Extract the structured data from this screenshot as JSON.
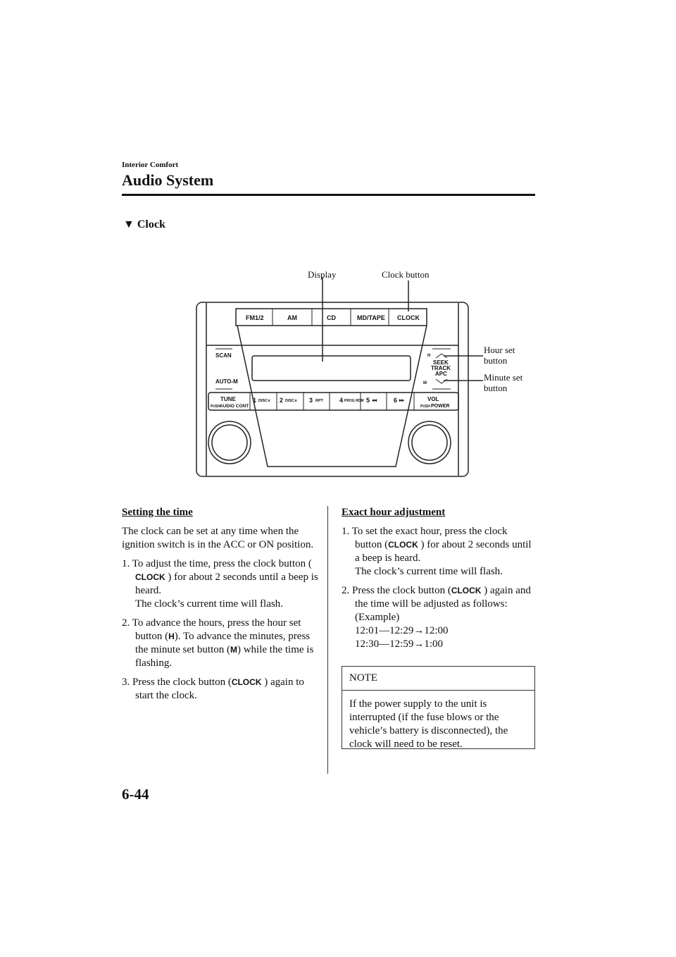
{
  "header": {
    "section": "Interior Comfort",
    "title": "Audio System",
    "subsection": "Clock",
    "subsection_marker": "▼"
  },
  "figure": {
    "callouts": {
      "display": "Display",
      "clock_button": "Clock button",
      "hour_set": "Hour set button",
      "minute_set": "Minute set button"
    },
    "top_buttons": [
      "FM1/2",
      "AM",
      "CD",
      "MD/TAPE",
      "CLOCK"
    ],
    "left_buttons": [
      "SCAN",
      "AUTO-M"
    ],
    "right": {
      "h": "H",
      "m": "M",
      "seek": "SEEK",
      "track": "TRACK",
      "apc": "APC"
    },
    "presets": [
      {
        "num": "1",
        "label": "DISC∨"
      },
      {
        "num": "2",
        "label": "DISC∧"
      },
      {
        "num": "3",
        "label": "RPT"
      },
      {
        "num": "4",
        "label": "PROG RDM"
      },
      {
        "num": "5",
        "label": "◂◂"
      },
      {
        "num": "6",
        "label": "▸▸"
      }
    ],
    "tune": {
      "main": "TUNE",
      "push": "PUSH",
      "sub": "AUDIO CONT"
    },
    "vol": {
      "main": "VOL",
      "push": "PUSH",
      "sub": "POWER"
    }
  },
  "left": {
    "heading": "Setting the time",
    "intro": "The clock can be set at any time when the ignition switch is in the ACC or ON position.",
    "s1a": "1. To adjust the time, press the clock button (",
    "s1b": ") for about 2 seconds until a beep is heard.",
    "s1c": "The clock’s current time will flash.",
    "s2a": "2. To advance the hours, press the hour set button (",
    "s2b": "). To advance the minutes, press the minute set button (",
    "s2c": ") while the time is flashing.",
    "s3a": "3. Press the clock button (",
    "s3b": ") again to start the clock."
  },
  "right": {
    "heading": "Exact hour adjustment",
    "s1a": "1. To set the exact hour, press the clock button (",
    "s1b": ") for about 2 seconds until a beep is heard.",
    "s1c": "The clock’s current time will flash.",
    "s2a": "2. Press the clock button (",
    "s2b": ") again and the time will be adjusted as follows:",
    "example": "(Example)",
    "ex1": "12:01—12:29→12:00",
    "ex2": "12:30—12:59→1:00"
  },
  "icons": {
    "clock": "CLOCK",
    "h": "H",
    "m": "M"
  },
  "note": {
    "title": "NOTE",
    "body": "If the power supply to the unit is interrupted (if the fuse blows or the vehicle’s battery is disconnected), the clock will need to be reset."
  },
  "footer": {
    "page": "6-44"
  }
}
